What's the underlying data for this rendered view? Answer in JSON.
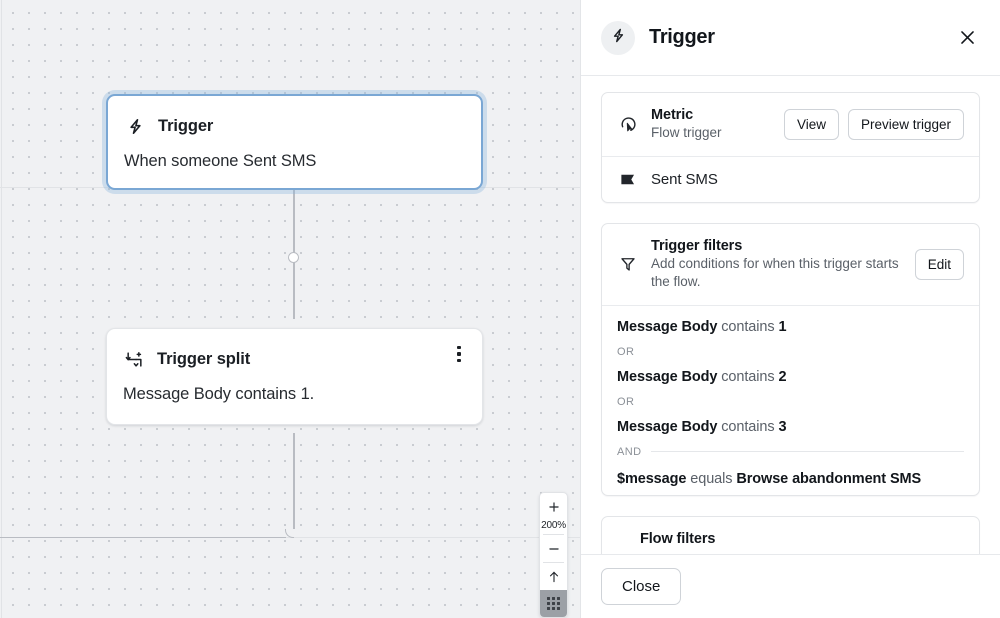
{
  "canvas": {
    "zoom_controls": {
      "zoom_in_label": "+",
      "zoom_level": "200%",
      "zoom_out_label": "−",
      "fit_label": "arrow-up-icon",
      "grid_label": "grid-icon"
    },
    "nodes": [
      {
        "icon": "lightning-bolt-icon",
        "title": "Trigger",
        "body": "When someone Sent SMS",
        "selected": true,
        "has_menu": false
      },
      {
        "icon": "trigger-split-icon",
        "title": "Trigger split",
        "body": "Message Body contains 1.",
        "selected": false,
        "has_menu": true
      }
    ]
  },
  "panel": {
    "header": {
      "icon": "lightning-bolt-icon",
      "title": "Trigger",
      "close_icon": "close-icon"
    },
    "metric_card": {
      "icon": "metric-click-icon",
      "heading": "Metric",
      "subtitle": "Flow trigger",
      "view_button": "View",
      "preview_button": "Preview trigger",
      "metric_icon": "flag-icon",
      "metric_name": "Sent SMS"
    },
    "trigger_filters_card": {
      "icon": "funnel-icon",
      "heading": "Trigger filters",
      "subtitle": "Add conditions for when this trigger starts the flow.",
      "edit_button": "Edit",
      "conditions": [
        {
          "key": "Message Body",
          "op": "contains",
          "value": "1",
          "joiner_after": "OR"
        },
        {
          "key": "Message Body",
          "op": "contains",
          "value": "2",
          "joiner_after": "OR"
        },
        {
          "key": "Message Body",
          "op": "contains",
          "value": "3",
          "joiner_after": "AND"
        },
        {
          "key": "$message",
          "op": "equals",
          "value": "Browse abandonment SMS",
          "joiner_after": ""
        }
      ]
    },
    "flow_filters_card": {
      "heading": "Flow filters"
    },
    "footer": {
      "close_button": "Close"
    }
  },
  "colors": {
    "canvas_bg": "#f0f1f3",
    "canvas_dot": "#c9ccd1",
    "selection_border": "#7aa7d4",
    "selection_glow": "rgba(138,180,222,.35)",
    "panel_border": "#e3e5e8",
    "muted_text": "#5a6068",
    "joiner_text": "#8b9097"
  }
}
